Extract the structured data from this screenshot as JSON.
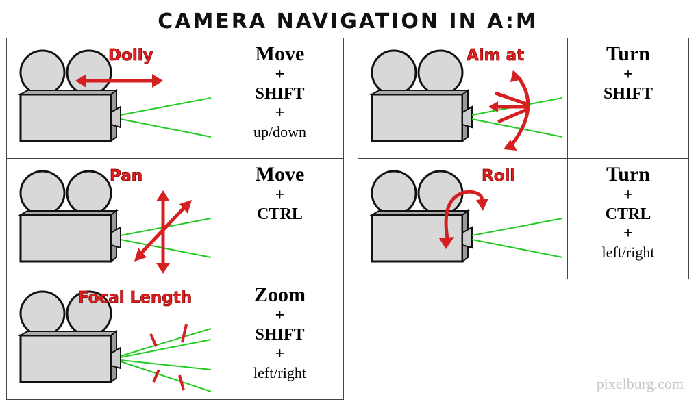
{
  "title": "CAMERA NAVIGATION IN A:M",
  "watermark": "pixelburg.com",
  "colors": {
    "arrow": "#d42020",
    "beam": "#22cc22",
    "camera": "#d8d8d8",
    "border": "#444444"
  },
  "left_rows": [
    {
      "label": "Dolly",
      "keys": {
        "main": "Move",
        "plus1": "+",
        "mod": "SHIFT",
        "plus2": "+",
        "dir": "up/down"
      }
    },
    {
      "label": "Pan",
      "keys": {
        "main": "Move",
        "plus1": "+",
        "mod": "CTRL",
        "plus2": "",
        "dir": ""
      }
    },
    {
      "label": "Focal Length",
      "keys": {
        "main": "Zoom",
        "plus1": "+",
        "mod": "SHIFT",
        "plus2": "+",
        "dir": "left/right"
      }
    }
  ],
  "right_rows": [
    {
      "label": "Aim at",
      "keys": {
        "main": "Turn",
        "plus1": "+",
        "mod": "SHIFT",
        "plus2": "",
        "dir": ""
      }
    },
    {
      "label": "Roll",
      "keys": {
        "main": "Turn",
        "plus1": "+",
        "mod": "CTRL",
        "plus2": "+",
        "dir": "left/right"
      }
    }
  ]
}
